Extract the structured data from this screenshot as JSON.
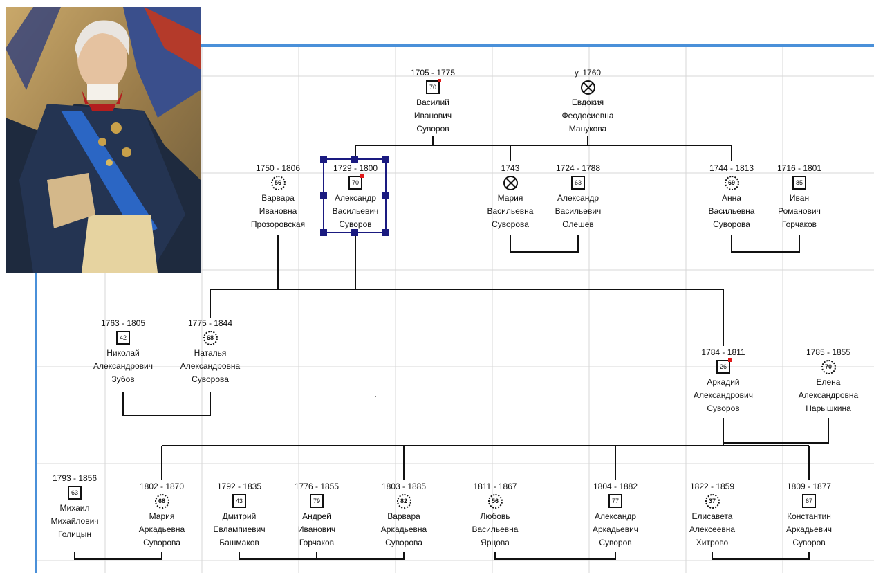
{
  "colors": {
    "frame": "#4a90d9",
    "grid": "#d7d7d7",
    "line": "#111111",
    "selection": "#1a1a80",
    "flag": "#e01818"
  },
  "portrait": {
    "description_icon": "portrait-painting-icon"
  },
  "persons": [
    {
      "id": "vasily",
      "years": "1705 - 1775",
      "symbol": "square",
      "age": "70",
      "flag": true,
      "name": [
        "Василий",
        "Иванович",
        "Суворов"
      ]
    },
    {
      "id": "evdokia",
      "years": "у. 1760",
      "symbol": "cross",
      "age": "",
      "flag": false,
      "name": [
        "Евдокия",
        "Феодосиевна",
        "Манукова"
      ]
    },
    {
      "id": "varvara_p",
      "years": "1750 - 1806",
      "symbol": "circle",
      "age": "56",
      "flag": false,
      "name": [
        "Варвара",
        "Ивановна",
        "Прозоровская"
      ]
    },
    {
      "id": "alexander",
      "years": "1729 - 1800",
      "symbol": "square",
      "age": "70",
      "flag": true,
      "selected": true,
      "name": [
        "Александр",
        "Васильевич",
        "Суворов"
      ]
    },
    {
      "id": "maria_v",
      "years": "1743",
      "symbol": "cross",
      "age": "",
      "flag": false,
      "name": [
        "Мария",
        "Васильевна",
        "Суворова"
      ]
    },
    {
      "id": "olesh",
      "years": "1724 - 1788",
      "symbol": "square",
      "age": "63",
      "flag": false,
      "name": [
        "Александр",
        "Васильевич",
        "Олешев"
      ]
    },
    {
      "id": "anna",
      "years": "1744 - 1813",
      "symbol": "circle",
      "age": "69",
      "flag": false,
      "name": [
        "Анна",
        "Васильевна",
        "Суворова"
      ]
    },
    {
      "id": "ivan_g",
      "years": "1716 - 1801",
      "symbol": "square",
      "age": "85",
      "flag": false,
      "name": [
        "Иван",
        "Романович",
        "Горчаков"
      ]
    },
    {
      "id": "zubov",
      "years": "1763 - 1805",
      "symbol": "square",
      "age": "42",
      "flag": false,
      "name": [
        "Николай",
        "Александрович",
        "Зубов"
      ]
    },
    {
      "id": "natalia",
      "years": "1775 - 1844",
      "symbol": "circle",
      "age": "68",
      "flag": false,
      "name": [
        "Наталья",
        "Александровна",
        "Суворова"
      ]
    },
    {
      "id": "arkady",
      "years": "1784 - 1811",
      "symbol": "square",
      "age": "26",
      "flag": true,
      "name": [
        "Аркадий",
        "Александрович",
        "Суворов"
      ]
    },
    {
      "id": "elena",
      "years": "1785 - 1855",
      "symbol": "circle",
      "age": "70",
      "flag": false,
      "name": [
        "Елена",
        "Александровна",
        "Нарышкина"
      ]
    },
    {
      "id": "golitsyn",
      "years": "1793 - 1856",
      "symbol": "square",
      "age": "63",
      "flag": false,
      "name": [
        "Михаил",
        "Михайлович",
        "Голицын"
      ]
    },
    {
      "id": "maria_a",
      "years": "1802 - 1870",
      "symbol": "circle",
      "age": "68",
      "flag": false,
      "name": [
        "Мария",
        "Аркадьевна",
        "Суворова"
      ]
    },
    {
      "id": "bashmakov",
      "years": "1792 - 1835",
      "symbol": "square",
      "age": "43",
      "flag": false,
      "name": [
        "Дмитрий",
        "Евлампиевич",
        "Башмаков"
      ]
    },
    {
      "id": "andrei_g",
      "years": "1776 - 1855",
      "symbol": "square",
      "age": "79",
      "flag": false,
      "name": [
        "Андрей",
        "Иванович",
        "Горчаков"
      ]
    },
    {
      "id": "varvara_a",
      "years": "1803 - 1885",
      "symbol": "circle",
      "age": "82",
      "flag": false,
      "name": [
        "Варвара",
        "Аркадьевна",
        "Суворова"
      ]
    },
    {
      "id": "lyubov",
      "years": "1811 - 1867",
      "symbol": "circle",
      "age": "56",
      "flag": false,
      "name": [
        "Любовь",
        "Васильевна",
        "Ярцова"
      ]
    },
    {
      "id": "alexander_a",
      "years": "1804 - 1882",
      "symbol": "square",
      "age": "77",
      "flag": false,
      "name": [
        "Александр",
        "Аркадьевич",
        "Суворов"
      ]
    },
    {
      "id": "elisaveta",
      "years": "1822 - 1859",
      "symbol": "circle",
      "age": "37",
      "flag": false,
      "name": [
        "Елисавета",
        "Алексеевна",
        "Хитрово"
      ]
    },
    {
      "id": "konstantin",
      "years": "1809 - 1877",
      "symbol": "square",
      "age": "67",
      "flag": false,
      "name": [
        "Константин",
        "Аркадьевич",
        "Суворов"
      ]
    }
  ]
}
